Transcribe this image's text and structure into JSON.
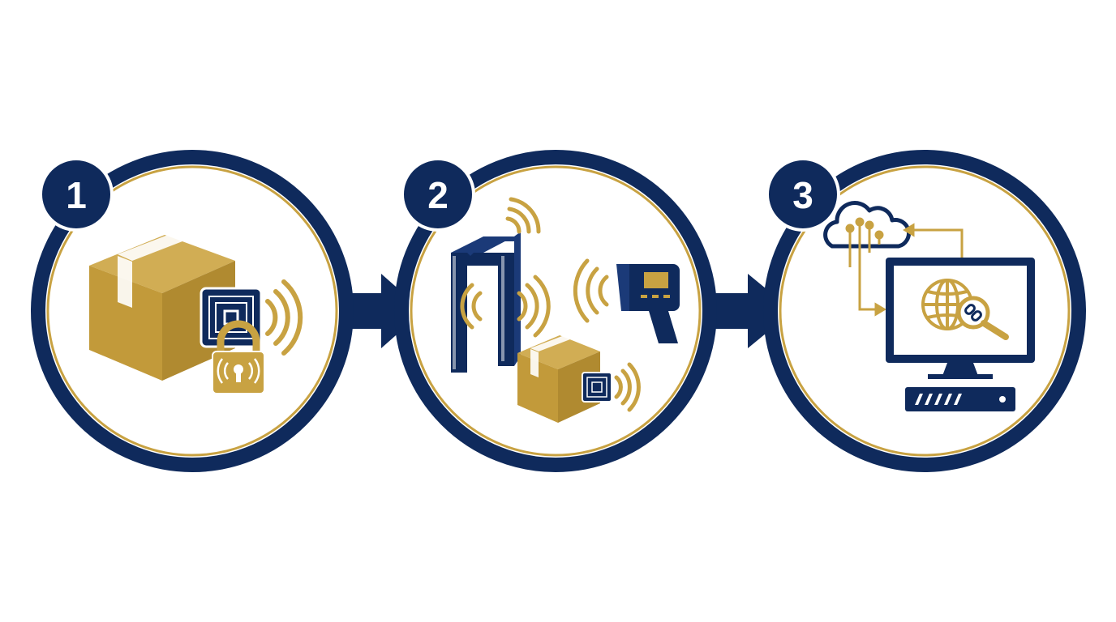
{
  "colors": {
    "navy": "#0f2a5c",
    "gold": "#c8a242",
    "white": "#ffffff"
  },
  "steps": [
    {
      "number": "1",
      "icons": [
        "box-icon",
        "rfid-tag-icon",
        "padlock-icon",
        "signal-waves-icon"
      ]
    },
    {
      "number": "2",
      "icons": [
        "rfid-gate-icon",
        "handheld-scanner-icon",
        "box-icon",
        "rfid-tag-icon",
        "signal-waves-icon"
      ]
    },
    {
      "number": "3",
      "icons": [
        "cloud-icon",
        "circuit-lines-icon",
        "monitor-icon",
        "globe-icon",
        "link-magnifier-icon",
        "server-unit-icon"
      ]
    }
  ],
  "connectors": [
    "arrow-right-icon",
    "arrow-right-icon"
  ]
}
